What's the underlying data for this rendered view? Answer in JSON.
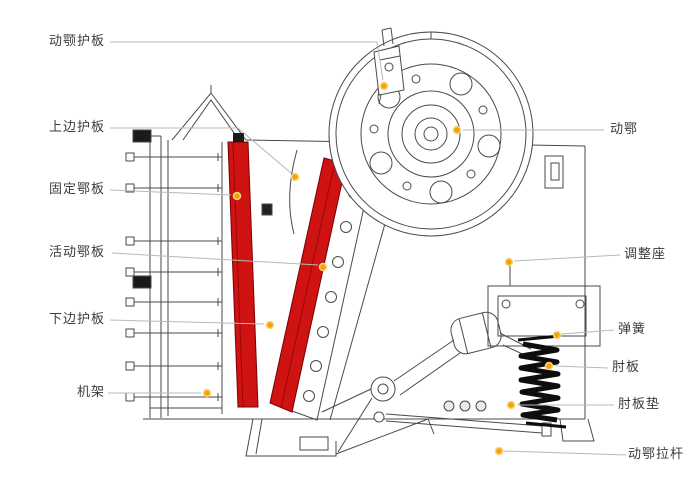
{
  "colors": {
    "background": "#ffffff",
    "jaw_red": "#cf1212",
    "marker_yellow": "#f0a40a",
    "line_dark": "#4a4a4a",
    "leader_gray": "#b9b9b9",
    "label_text": "#3b3b3b"
  },
  "labels": {
    "left": [
      {
        "text": "动颚护板"
      },
      {
        "text": "上边护板"
      },
      {
        "text": "固定鄂板"
      },
      {
        "text": "活动鄂板"
      },
      {
        "text": "下边护板"
      },
      {
        "text": "机架"
      }
    ],
    "right": [
      {
        "text": "动鄂"
      },
      {
        "text": "调整座"
      },
      {
        "text": "弹簧"
      },
      {
        "text": "肘板"
      },
      {
        "text": "肘板垫"
      },
      {
        "text": "动鄂拉杆"
      }
    ]
  }
}
